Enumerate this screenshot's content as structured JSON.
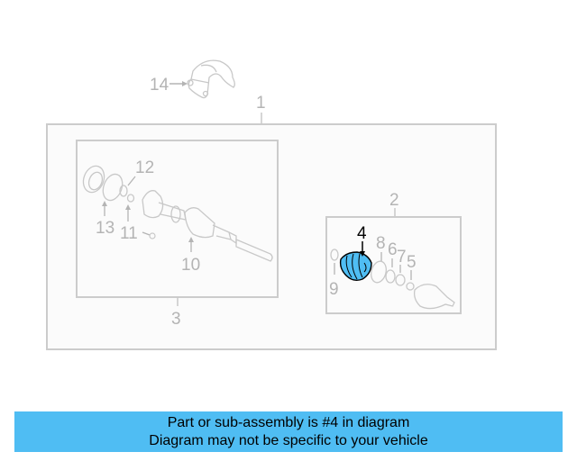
{
  "diagram": {
    "highlight_color": "#4fbdf3",
    "line_color": "#c8c8c8",
    "label_color": "#b4b4b4",
    "highlighted_part": "4",
    "callouts": {
      "c1": "1",
      "c2": "2",
      "c3": "3",
      "c4": "4",
      "c5": "5",
      "c6": "6",
      "c7": "7",
      "c8": "8",
      "c9": "9",
      "c10": "10",
      "c11": "11",
      "c12": "12",
      "c13": "13",
      "c14": "14"
    },
    "groups": {
      "outer": "Assembly 1",
      "left": "Sub-assembly 3",
      "right": "Sub-assembly 2"
    }
  },
  "banner": {
    "line1": "Part or sub-assembly is #4 in diagram",
    "line2": "Diagram may not be specific to your vehicle",
    "background": "#4fbdf3"
  }
}
